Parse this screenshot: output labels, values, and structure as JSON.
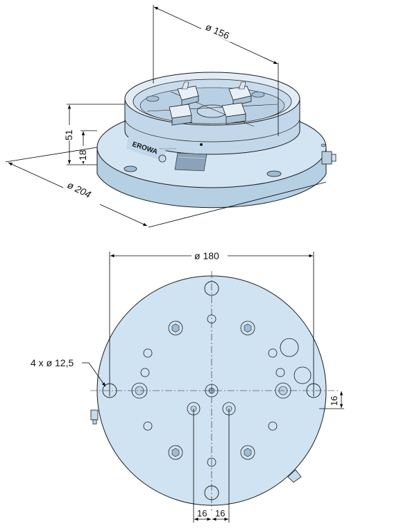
{
  "colors": {
    "body_fill": "#cfe3f2",
    "body_fill_dark": "#a9c6dc",
    "top_fill": "#e4eef7",
    "hole_fill": "#b9d2e6",
    "line": "#1a1a1a",
    "background": "#ffffff"
  },
  "perspective_view": {
    "dim_top_diameter": "ø 156",
    "dim_total_height": "51",
    "dim_base_height": "18",
    "dim_base_diameter": "ø 204",
    "brand_label": "EROWA"
  },
  "plan_view": {
    "dim_pitch_diameter": "ø 180",
    "hole_callout": "4 x ø 12,5",
    "dim_offset_right": "16",
    "dim_offset_left": "16",
    "dim_offset_center": "16"
  }
}
